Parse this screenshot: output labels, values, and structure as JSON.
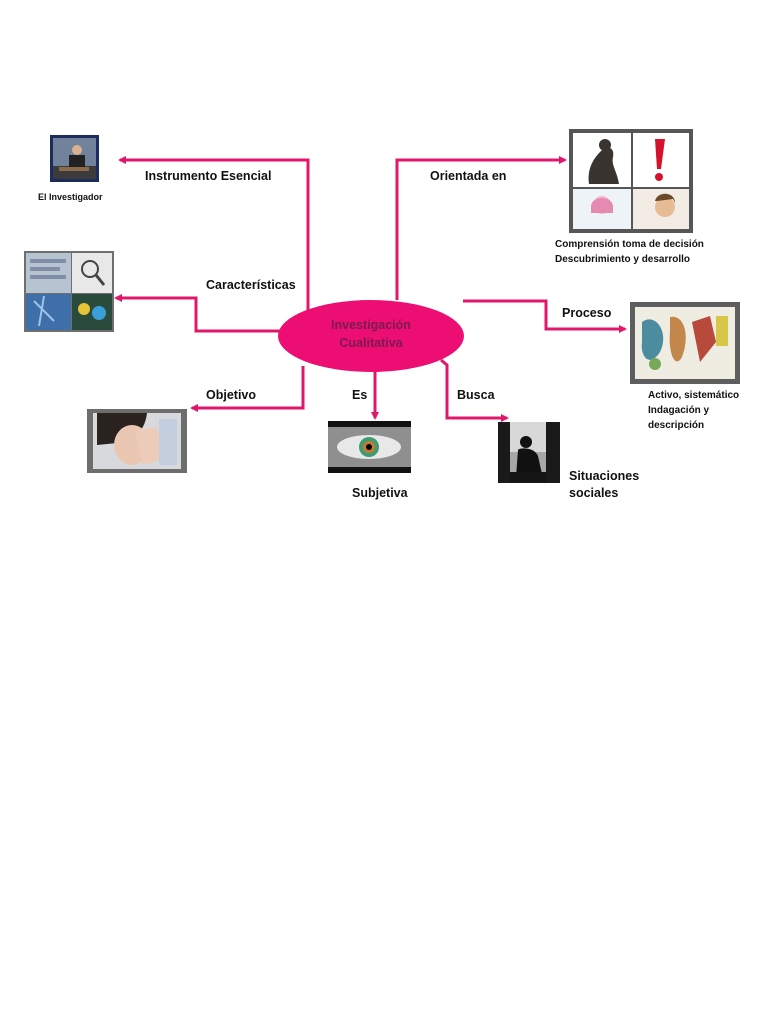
{
  "colors": {
    "connector": "#e0176b",
    "center_fill": "#ec0e72",
    "center_text": "#7b1a53"
  },
  "center": {
    "line1": "Investigación",
    "line2": "Cualitativa"
  },
  "branches": {
    "instrumento": {
      "label": "Instrumento Esencial",
      "result": "El Investigador"
    },
    "orientada": {
      "label": "Orientada en",
      "result1": "Comprensión toma de decisión",
      "result2": "Descubrimiento y desarrollo"
    },
    "caracteristicas": {
      "label": "Características"
    },
    "proceso": {
      "label": "Proceso",
      "result1": "Activo, sistemático",
      "result2": "Indagación y",
      "result3": "descripción"
    },
    "objetivo": {
      "label": "Objetivo"
    },
    "es": {
      "label": "Es",
      "result": "Subjetiva"
    },
    "busca": {
      "label": "Busca",
      "result1": "Situaciones",
      "result2": "sociales"
    }
  },
  "images": [
    {
      "name": "investigator-photo",
      "depicts": "man-at-desk"
    },
    {
      "name": "thinker-photo",
      "depicts": "thinker-statue-exclamation-faces"
    },
    {
      "name": "characteristics-photo",
      "depicts": "collage-magnifier"
    },
    {
      "name": "process-photo",
      "depicts": "abstract-painting"
    },
    {
      "name": "objective-photo",
      "depicts": "woman-covering-face"
    },
    {
      "name": "eye-photo",
      "depicts": "eye-closeup"
    },
    {
      "name": "silhouette-photo",
      "depicts": "sitting-silhouette"
    }
  ]
}
